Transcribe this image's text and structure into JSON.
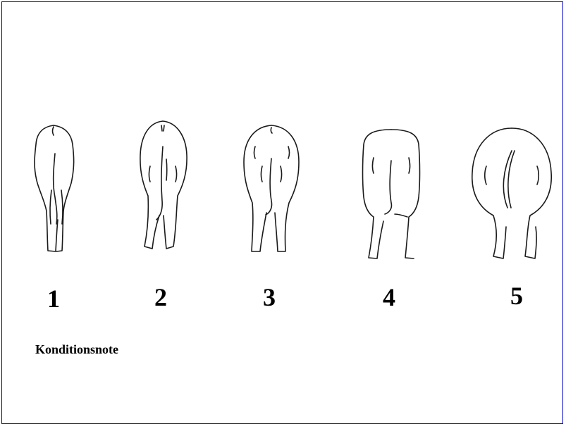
{
  "figures": [
    {
      "label": "1"
    },
    {
      "label": "2"
    },
    {
      "label": "3"
    },
    {
      "label": "4"
    },
    {
      "label": "5"
    }
  ],
  "caption": "Konditionsnote",
  "colors": {
    "frame_border": "#0000c8",
    "line": "#1a1a1a",
    "background": "#ffffff"
  }
}
